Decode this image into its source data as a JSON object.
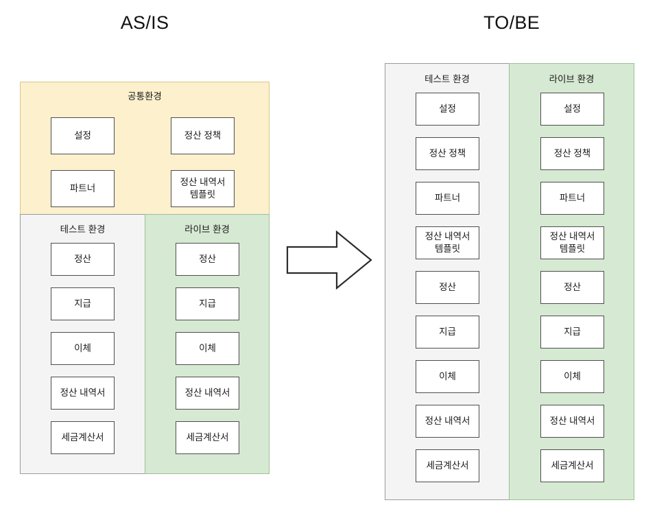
{
  "diagram": {
    "left_title": "AS/IS",
    "right_title": "TO/BE",
    "arrow_icon": "right-arrow-icon",
    "colors": {
      "common_env_fill": "#FCF0CD",
      "common_env_border": "#D9C58A",
      "test_env_fill": "#F4F4F4",
      "test_env_border": "#9A9A9A",
      "live_env_fill": "#D6E9D2",
      "live_env_border": "#9EBF97",
      "node_border": "#4D4D4D",
      "node_fill": "#FFFFFF",
      "text": "#1A1A1A"
    }
  },
  "asis": {
    "common_env": {
      "label": "공통환경",
      "nodes": [
        {
          "label": "설정",
          "col": 0,
          "row": 0
        },
        {
          "label": "정산 정책",
          "col": 1,
          "row": 0
        },
        {
          "label": "파트너",
          "col": 0,
          "row": 1
        },
        {
          "label": "정산 내역서\n템플릿",
          "col": 1,
          "row": 1
        }
      ]
    },
    "test_env": {
      "label": "테스트 환경",
      "nodes": [
        {
          "label": "정산"
        },
        {
          "label": "지급"
        },
        {
          "label": "이체"
        },
        {
          "label": "정산 내역서"
        },
        {
          "label": "세금계산서"
        }
      ]
    },
    "live_env": {
      "label": "라이브 환경",
      "nodes": [
        {
          "label": "정산"
        },
        {
          "label": "지급"
        },
        {
          "label": "이체"
        },
        {
          "label": "정산 내역서"
        },
        {
          "label": "세금계산서"
        }
      ]
    }
  },
  "tobe": {
    "test_env": {
      "label": "테스트 환경",
      "nodes": [
        {
          "label": "설정"
        },
        {
          "label": "정산 정책"
        },
        {
          "label": "파트너"
        },
        {
          "label": "정산 내역서\n템플릿"
        },
        {
          "label": "정산"
        },
        {
          "label": "지급"
        },
        {
          "label": "이체"
        },
        {
          "label": "정산 내역서"
        },
        {
          "label": "세금계산서"
        }
      ]
    },
    "live_env": {
      "label": "라이브 환경",
      "nodes": [
        {
          "label": "설정"
        },
        {
          "label": "정산 정책"
        },
        {
          "label": "파트너"
        },
        {
          "label": "정산 내역서\n템플릿"
        },
        {
          "label": "정산"
        },
        {
          "label": "지급"
        },
        {
          "label": "이체"
        },
        {
          "label": "정산 내역서"
        },
        {
          "label": "세금계산서"
        }
      ]
    }
  }
}
